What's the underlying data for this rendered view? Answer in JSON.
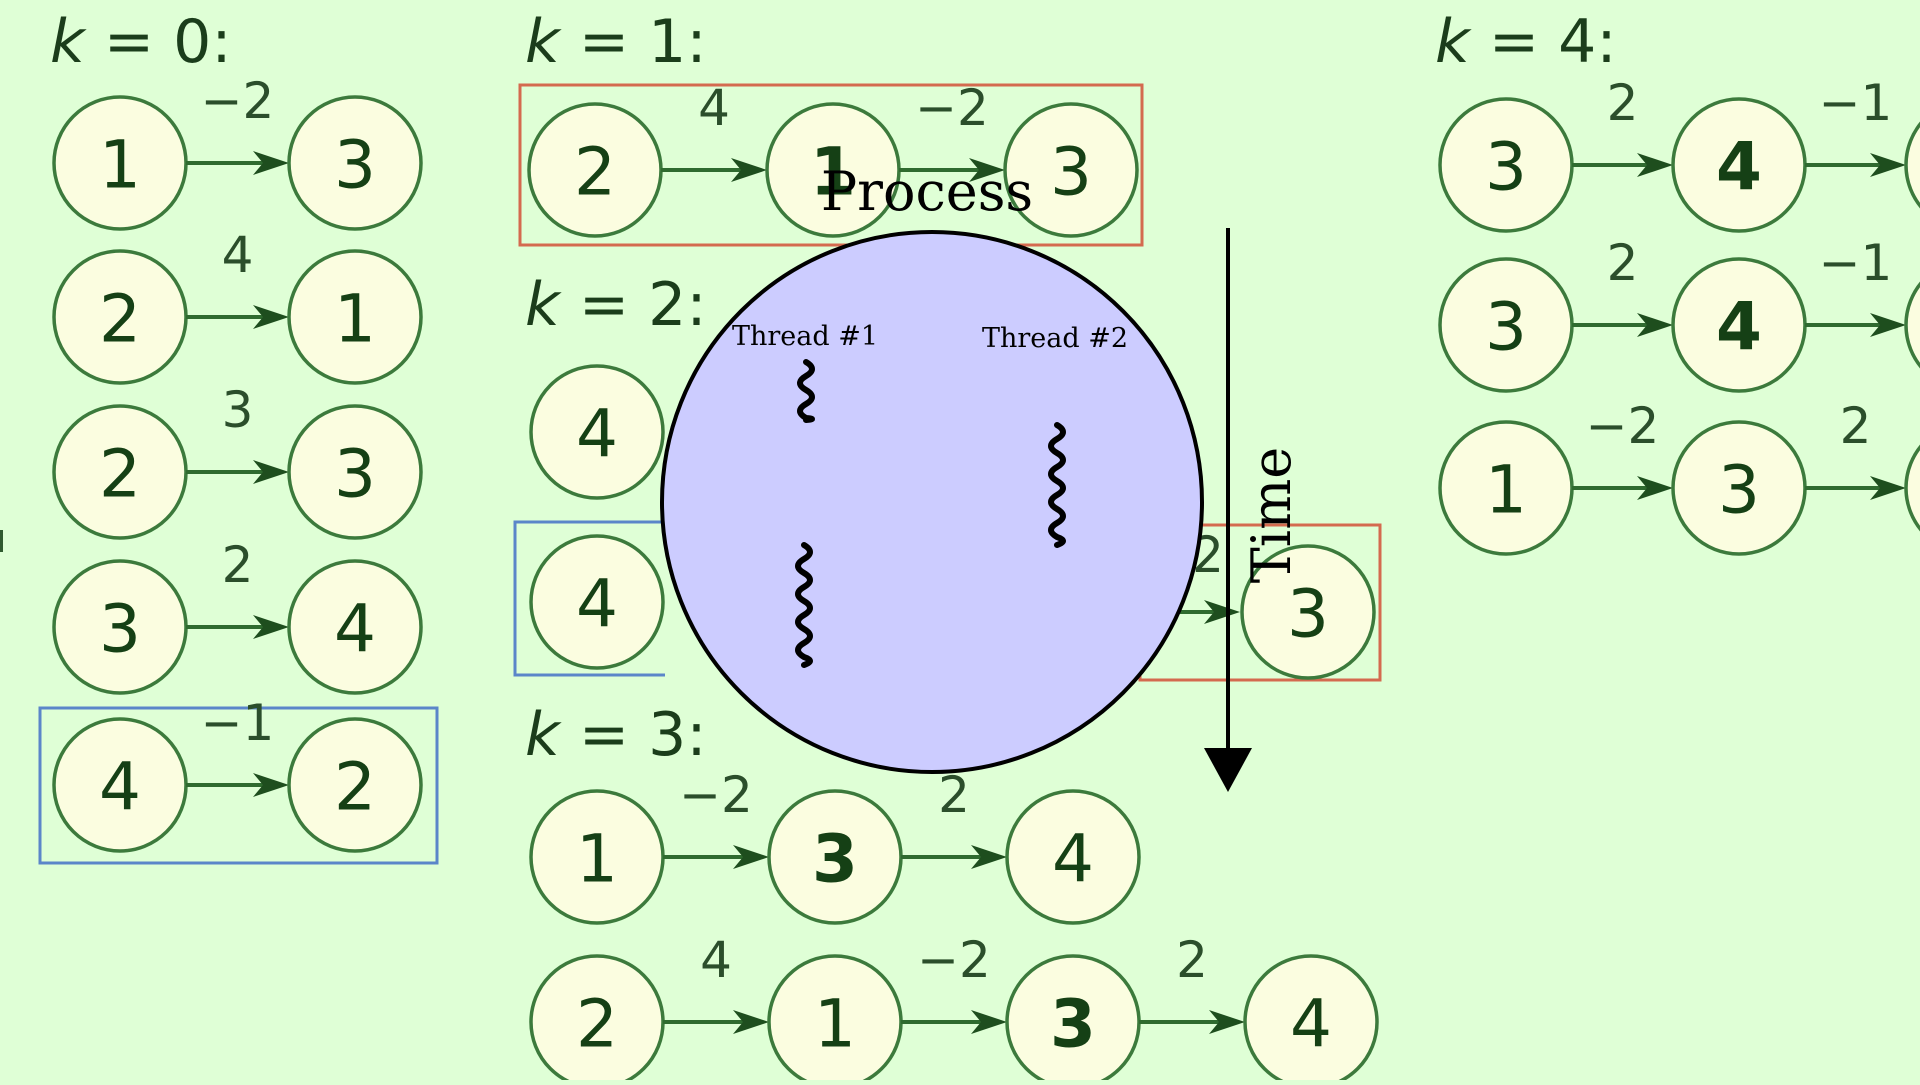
{
  "colors": {
    "background": "#dfffd6",
    "node_fill": "#fbfde0",
    "node_stroke": "#3c7a3c",
    "red_box": "#d46a4f",
    "blue_box": "#5b86c9",
    "process_fill": "#ccccff"
  },
  "headings": {
    "k0": {
      "var": "k",
      "rest": " = 0:"
    },
    "k1": {
      "var": "k",
      "rest": " = 1:"
    },
    "k2": {
      "var": "k",
      "rest": " = 2:"
    },
    "k3": {
      "var": "k",
      "rest": " = 3:"
    },
    "k4": {
      "var": "k",
      "rest": " = 4:"
    }
  },
  "paths": [
    {
      "id": "k0-row1",
      "nodes": [
        {
          "label": "1",
          "bold": false
        },
        {
          "label": "3",
          "bold": false
        }
      ],
      "weights": [
        "−2"
      ]
    },
    {
      "id": "k0-row2",
      "nodes": [
        {
          "label": "2",
          "bold": false
        },
        {
          "label": "1",
          "bold": false
        }
      ],
      "weights": [
        "4"
      ]
    },
    {
      "id": "k0-row3",
      "nodes": [
        {
          "label": "2",
          "bold": false
        },
        {
          "label": "3",
          "bold": false
        }
      ],
      "weights": [
        "3"
      ]
    },
    {
      "id": "k0-row4",
      "nodes": [
        {
          "label": "3",
          "bold": false
        },
        {
          "label": "4",
          "bold": false
        }
      ],
      "weights": [
        "2"
      ]
    },
    {
      "id": "k0-row5",
      "nodes": [
        {
          "label": "4",
          "bold": false
        },
        {
          "label": "2",
          "bold": false
        }
      ],
      "weights": [
        "−1"
      ]
    },
    {
      "id": "k1-row1",
      "nodes": [
        {
          "label": "2",
          "bold": false
        },
        {
          "label": "1",
          "bold": true
        },
        {
          "label": "3",
          "bold": false
        }
      ],
      "weights": [
        "4",
        "−2"
      ]
    },
    {
      "id": "k2-row1",
      "nodes": [
        {
          "label": "4",
          "bold": false
        }
      ],
      "weights": []
    },
    {
      "id": "k2-row2",
      "nodes": [
        {
          "label": "4",
          "bold": false
        }
      ],
      "weights": []
    },
    {
      "id": "k2-row2-end",
      "nodes": [
        {
          "label": "3",
          "bold": false
        }
      ],
      "weights": []
    },
    {
      "id": "k3-row1",
      "nodes": [
        {
          "label": "1",
          "bold": false
        },
        {
          "label": "3",
          "bold": true
        },
        {
          "label": "4",
          "bold": false
        }
      ],
      "weights": [
        "−2",
        "2"
      ]
    },
    {
      "id": "k3-row2",
      "nodes": [
        {
          "label": "2",
          "bold": false
        },
        {
          "label": "1",
          "bold": false
        },
        {
          "label": "3",
          "bold": true
        },
        {
          "label": "4",
          "bold": false
        }
      ],
      "weights": [
        "4",
        "−2",
        "2"
      ]
    },
    {
      "id": "k4-row1",
      "nodes": [
        {
          "label": "3",
          "bold": false
        },
        {
          "label": "4",
          "bold": true
        }
      ],
      "weights": [
        "2",
        "−1"
      ]
    },
    {
      "id": "k4-row2",
      "nodes": [
        {
          "label": "3",
          "bold": false
        },
        {
          "label": "4",
          "bold": true
        }
      ],
      "weights": [
        "2",
        "−1"
      ]
    },
    {
      "id": "k4-row3",
      "nodes": [
        {
          "label": "1",
          "bold": false
        },
        {
          "label": "3",
          "bold": false
        }
      ],
      "weights": [
        "−2",
        "2"
      ]
    }
  ],
  "fragments": {
    "k2_row2_weight": "2"
  },
  "overlay": {
    "process_label": "Process",
    "thread1_label": "Thread #1",
    "thread2_label": "Thread #2",
    "time_label": "Time"
  }
}
